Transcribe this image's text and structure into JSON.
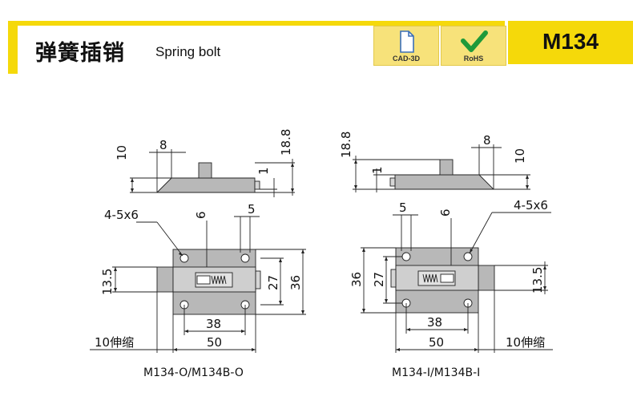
{
  "header": {
    "title_cn": "弹簧插销",
    "title_en": "Spring bolt",
    "badges": [
      {
        "label": "CAD-3D",
        "icon": "document-icon"
      },
      {
        "label": "RoHS",
        "icon": "checkmark-icon"
      }
    ],
    "model": "M134"
  },
  "left_drawing": {
    "caption": "M134-O/M134B-O",
    "dims": {
      "side_height": "10",
      "side_pin": "8",
      "side_total": "18.8",
      "side_plate": "1",
      "holes": "4-5x6",
      "hole_offset": "6",
      "hole_dia": "5",
      "bolt_height": "13.5",
      "inner_height": "27",
      "outer_height": "36",
      "hole_spacing": "38",
      "width": "50",
      "stroke": "10伸缩"
    }
  },
  "right_drawing": {
    "caption": "M134-I/M134B-I",
    "dims": {
      "side_total": "18.8",
      "side_pin": "8",
      "side_height": "10",
      "side_plate": "1",
      "holes": "4-5x6",
      "hole_dia": "5",
      "hole_offset": "6",
      "outer_height": "36",
      "inner_height": "27",
      "bolt_height": "13.5",
      "hole_spacing": "38",
      "width": "50",
      "stroke": "10伸缩"
    }
  },
  "colors": {
    "accent": "#f5d90a",
    "badge": "#f7e27a",
    "part_fill": "#b8b8b8",
    "line": "#222222"
  }
}
